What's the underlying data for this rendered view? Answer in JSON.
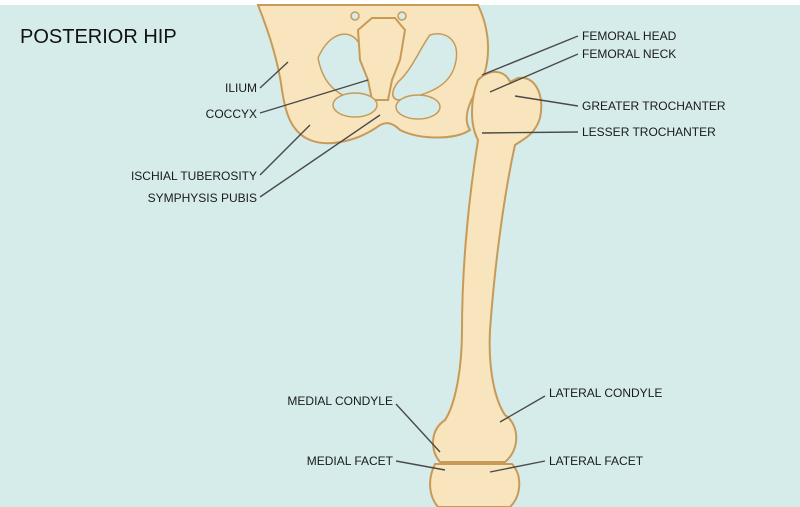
{
  "title": "POSTERIOR HIP",
  "labels": {
    "ilium": "ILIUM",
    "coccyx": "COCCYX",
    "ischial_tuberosity": "ISCHIAL TUBEROSITY",
    "symphysis_pubis": "SYMPHYSIS PUBIS",
    "femoral_head": "FEMORAL HEAD",
    "femoral_neck": "FEMORAL NECK",
    "greater_trochanter": "GREATER TROCHANTER",
    "lesser_trochanter": "LESSER TROCHANTER",
    "medial_condyle": "MEDIAL CONDYLE",
    "lateral_condyle": "LATERAL CONDYLE",
    "medial_facet": "MEDIAL FACET",
    "lateral_facet": "LATERAL FACET"
  },
  "colors": {
    "background": "#d5ecea",
    "bone": "#f8e4bd",
    "outline": "#c79a58"
  }
}
